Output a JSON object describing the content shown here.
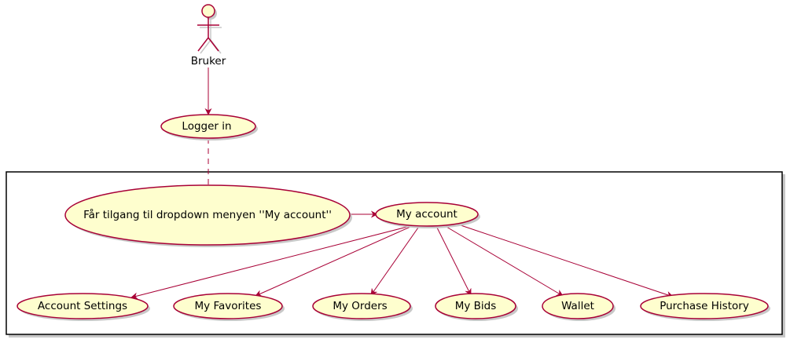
{
  "actor": {
    "label": "Bruker"
  },
  "use_cases": {
    "login": "Logger in",
    "dropdown": "Får tilgang til dropdown menyen ''My account''",
    "my_account": "My account",
    "account_settings": "Account Settings",
    "my_favorites": "My Favorites",
    "my_orders": "My Orders",
    "my_bids": "My Bids",
    "wallet": "Wallet",
    "purchase_history": "Purchase History"
  },
  "colors": {
    "node_fill": "#FEFECE",
    "node_stroke": "#A80036",
    "edge": "#A80036",
    "shadow": "#C8C8C8",
    "frame": "#000000"
  }
}
